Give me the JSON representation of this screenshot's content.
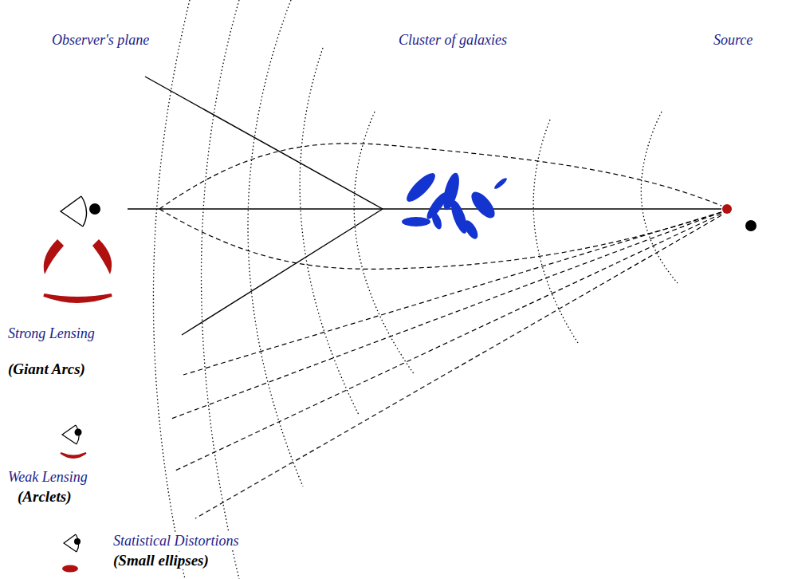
{
  "diagram": {
    "labels": [
      "Observer's plane",
      "Cluster of galaxies",
      "Source",
      "Strong Lensing",
      "(Giant Arcs)",
      "Weak Lensing",
      "(Arclets)",
      "Statistical Distortions",
      "(Small ellipses)"
    ]
  }
}
